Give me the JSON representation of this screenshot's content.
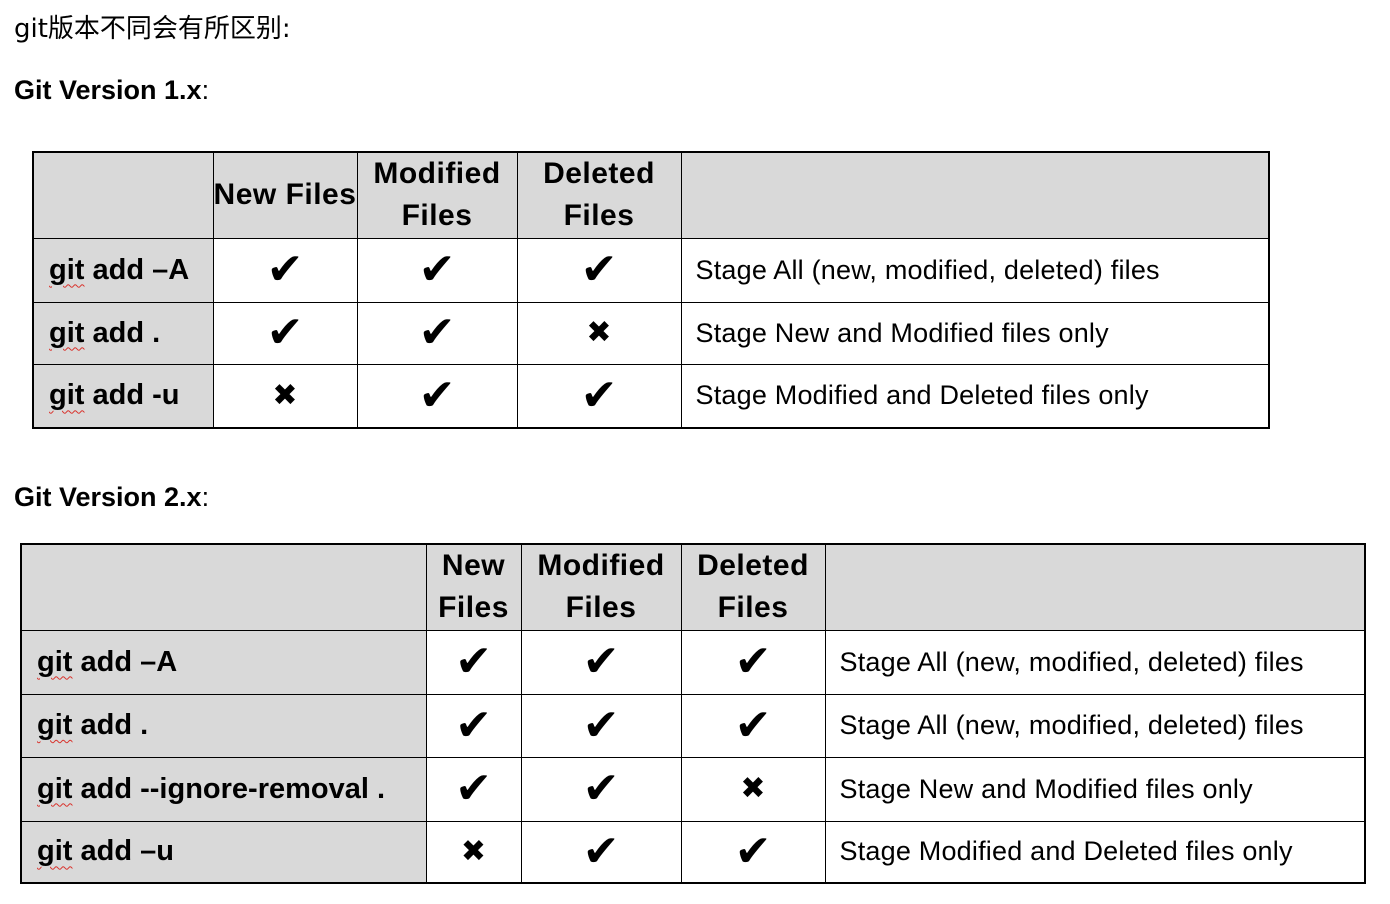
{
  "intro": "git版本不同会有所区别:",
  "sections": [
    {
      "heading": "Git Version 1.x",
      "heading_suffix": ":",
      "columns": [
        "New Files",
        "Modified Files",
        "Deleted Files"
      ],
      "rows": [
        {
          "git": "git",
          "rest": " add –A",
          "new": "✔",
          "modified": "✔",
          "deleted": "✔",
          "description": "Stage All (new, modified, deleted) files"
        },
        {
          "git": "git",
          "rest": " add .",
          "new": "✔",
          "modified": "✔",
          "deleted": "✖",
          "description": "Stage New and Modified files only"
        },
        {
          "git": "git",
          "rest": " add -u",
          "new": "✖",
          "modified": "✔",
          "deleted": "✔",
          "description": "Stage Modified and Deleted files only"
        }
      ]
    },
    {
      "heading": "Git Version 2.x",
      "heading_suffix": ":",
      "columns": [
        "New Files",
        "Modified Files",
        "Deleted Files"
      ],
      "rows": [
        {
          "git": "git",
          "rest": " add –A",
          "new": "✔",
          "modified": "✔",
          "deleted": "✔",
          "description": "Stage All (new, modified, deleted) files"
        },
        {
          "git": "git",
          "rest": " add .",
          "new": "✔",
          "modified": "✔",
          "deleted": "✔",
          "description": "Stage All (new, modified, deleted) files"
        },
        {
          "git": "git",
          "rest": " add --ignore-removal .",
          "new": "✔",
          "modified": "✔",
          "deleted": "✖",
          "description": "Stage New and Modified files only"
        },
        {
          "git": "git",
          "rest": " add –u",
          "new": "✖",
          "modified": "✔",
          "deleted": "✔",
          "description": "Stage Modified and Deleted files only"
        }
      ]
    }
  ]
}
